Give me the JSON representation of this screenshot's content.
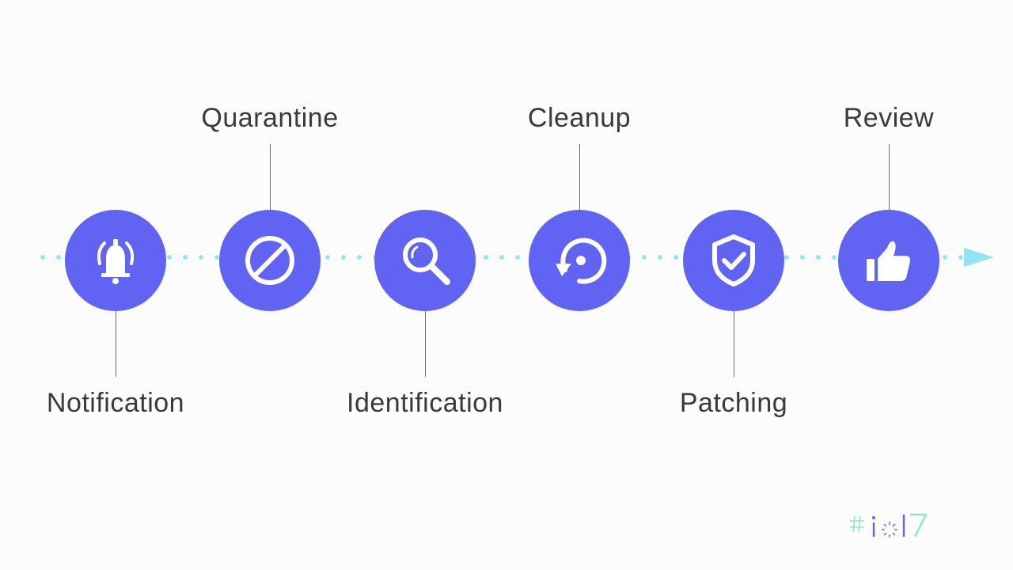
{
  "diagram": {
    "stages": [
      {
        "label": "Notification",
        "label_position": "bottom",
        "icon": "bell-icon"
      },
      {
        "label": "Quarantine",
        "label_position": "top",
        "icon": "block-icon"
      },
      {
        "label": "Identification",
        "label_position": "bottom",
        "icon": "magnifier-icon"
      },
      {
        "label": "Cleanup",
        "label_position": "top",
        "icon": "restore-icon"
      },
      {
        "label": "Patching",
        "label_position": "bottom",
        "icon": "shield-check-icon"
      },
      {
        "label": "Review",
        "label_position": "top",
        "icon": "thumbs-up-icon"
      }
    ],
    "colors": {
      "circle": "#6163f2",
      "icon": "#ffffff",
      "timeline": "#8fe6f0",
      "connector": "#6b6b6b",
      "label": "#3a3a3a"
    }
  },
  "branding": {
    "logo_text": "#io17",
    "logo_icon": "google-io-17-logo"
  }
}
